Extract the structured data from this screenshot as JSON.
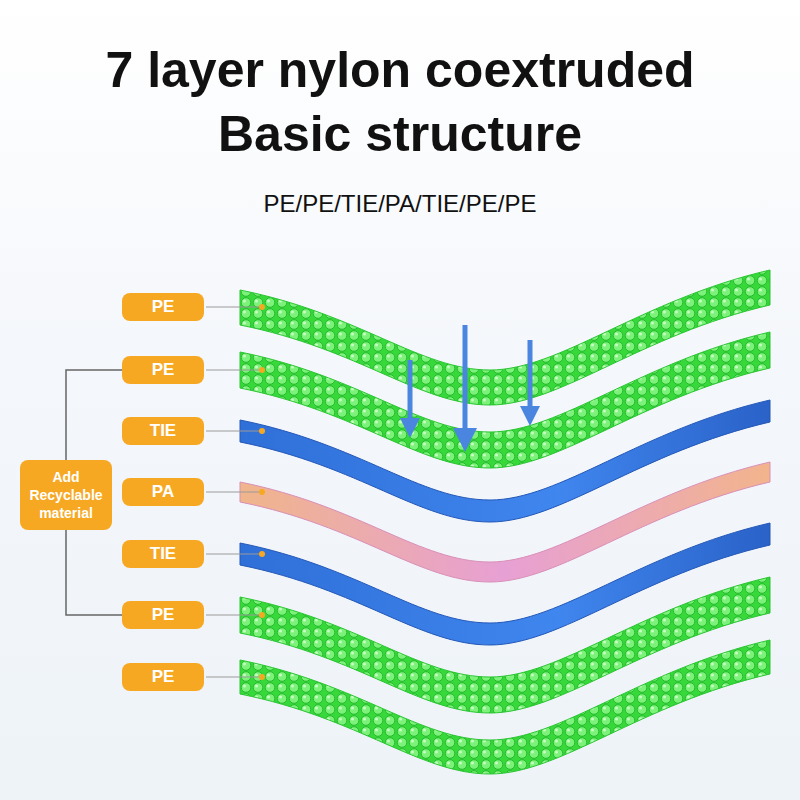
{
  "diagram": {
    "title": "7 layer nylon coextruded Basic structure",
    "nodes": [
      {
        "text": [
          "PE"
        ]
      },
      {
        "text": [
          "PE"
        ]
      },
      {
        "text": [
          "TIE"
        ]
      },
      {
        "text": [
          "PA"
        ]
      },
      {
        "text": [
          "TIE"
        ]
      },
      {
        "text": [
          "PE"
        ]
      },
      {
        "text": [
          "PE"
        ]
      },
      {
        "text": [
          "Add Recyclable material"
        ]
      }
    ],
    "edges": [
      {
        "from": 7,
        "to": 1,
        "arrow": "none"
      },
      {
        "from": 7,
        "to": 5,
        "arrow": "none"
      }
    ],
    "labels": [
      "PE/PE/TIE/PA/TIE/PE/PE"
    ]
  }
}
